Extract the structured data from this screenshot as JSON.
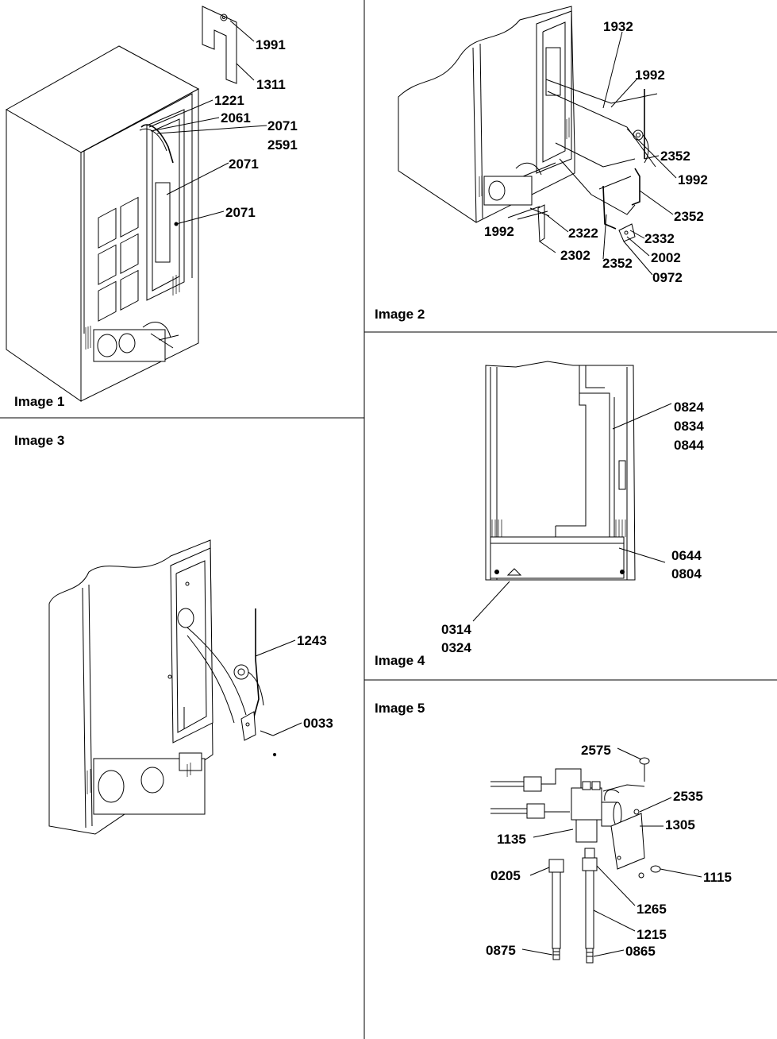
{
  "panels": [
    {
      "caption": "Image 1",
      "labels": [
        "1991",
        "1311",
        "1221",
        "2061",
        "2071",
        "2591",
        "2071",
        "2071"
      ]
    },
    {
      "caption": "Image 2",
      "labels": [
        "1932",
        "1992",
        "2352",
        "1992",
        "2352",
        "1992",
        "2322",
        "2332",
        "2302",
        "2352",
        "2002",
        "0972"
      ]
    },
    {
      "caption": "Image 3",
      "labels": [
        "1243",
        "0033"
      ]
    },
    {
      "caption": "Image 4",
      "labels": [
        "0824",
        "0834",
        "0844",
        "0644",
        "0804",
        "0314",
        "0324"
      ]
    },
    {
      "caption": "Image 5",
      "labels": [
        "2575",
        "2535",
        "1305",
        "1135",
        "1115",
        "0205",
        "1265",
        "1215",
        "0875",
        "0865"
      ]
    }
  ]
}
